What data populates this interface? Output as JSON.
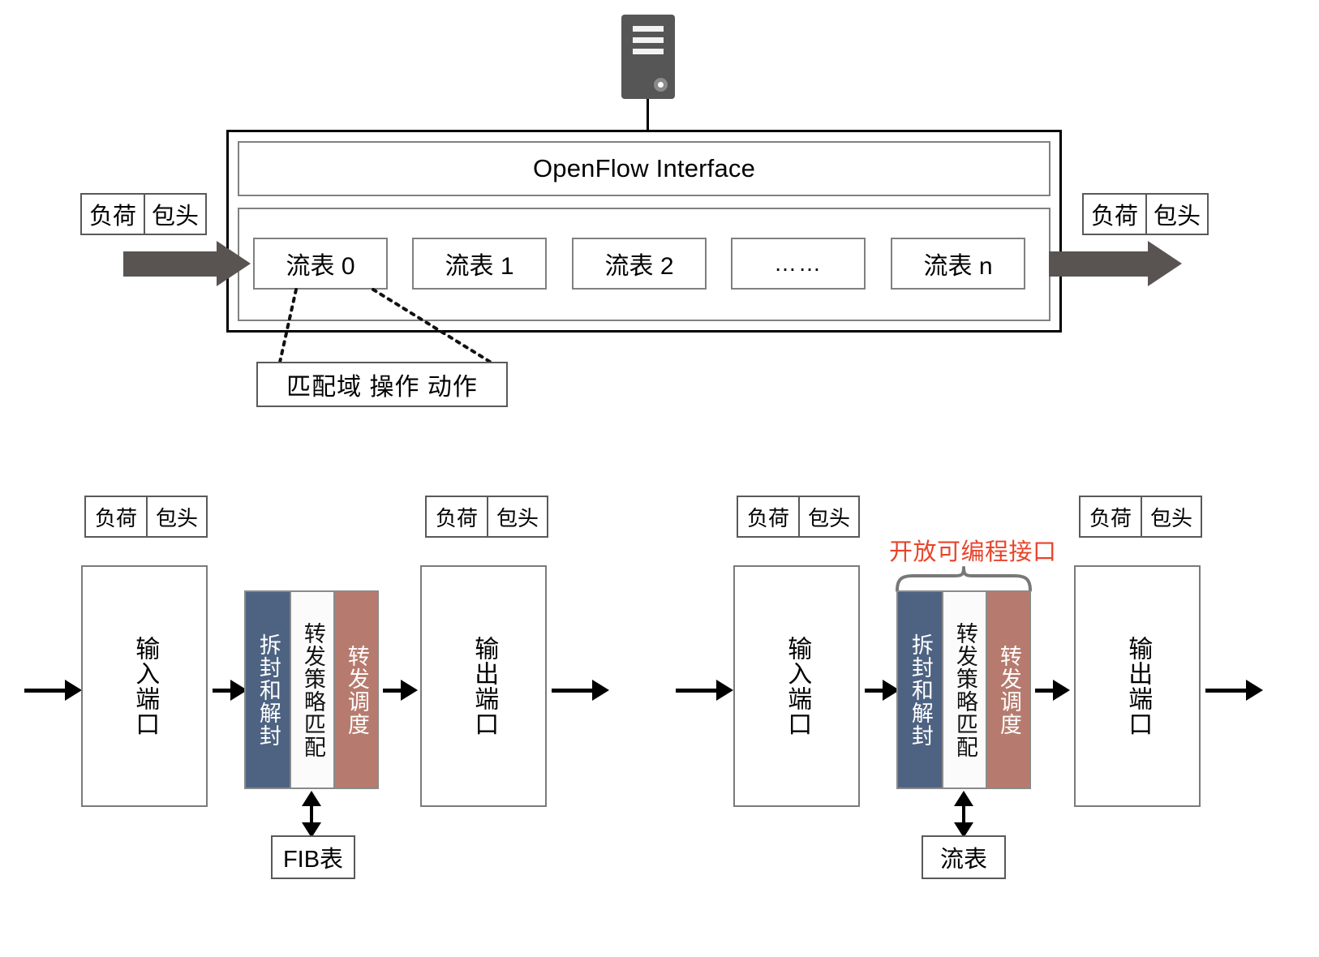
{
  "diagram": {
    "controller": {
      "icon": "server-icon",
      "slots": 3
    },
    "switch": {
      "interface_label": "OpenFlow Interface",
      "flow_tables": [
        {
          "label": "流表 0"
        },
        {
          "label": "流表 1"
        },
        {
          "label": "流表 2"
        },
        {
          "label": "……"
        },
        {
          "label": "流表 n"
        }
      ],
      "entry_box": "匹配域  操作  动作",
      "ingress_packet": {
        "payload": "负荷",
        "header": "包头"
      },
      "egress_packet": {
        "payload": "负荷",
        "header": "包头"
      }
    },
    "pipelines": [
      {
        "id": "traditional",
        "packet": {
          "payload": "负荷",
          "header": "包头"
        },
        "input_port": "输入端口",
        "stages": [
          {
            "label": "拆封和解封",
            "color": "#4e6382",
            "text_color": "#ffffff"
          },
          {
            "label": "转发策略匹配",
            "color": "#fbfbfb",
            "text_color": "#111111"
          },
          {
            "label": "转发调度",
            "color": "#b67b6e",
            "text_color": "#ffffff"
          }
        ],
        "table_ref": "FIB表",
        "output_port": "输出端口",
        "output_packet": {
          "payload": "负荷",
          "header": "包头"
        },
        "annotation": null
      },
      {
        "id": "sdn",
        "packet": {
          "payload": "负荷",
          "header": "包头"
        },
        "input_port": "输入端口",
        "stages": [
          {
            "label": "拆封和解封",
            "color": "#4e6382",
            "text_color": "#ffffff"
          },
          {
            "label": "转发策略匹配",
            "color": "#fbfbfb",
            "text_color": "#111111"
          },
          {
            "label": "转发调度",
            "color": "#b67b6e",
            "text_color": "#ffffff"
          }
        ],
        "table_ref": "流表",
        "output_port": "输出端口",
        "output_packet": {
          "payload": "负荷",
          "header": "包头"
        },
        "annotation": "开放可编程接口"
      }
    ],
    "colors": {
      "accent_red": "#e8442a",
      "stage_blue": "#4e6382",
      "stage_red": "#b67b6e",
      "gray_arrow": "#595451",
      "controller": "#565656"
    }
  }
}
